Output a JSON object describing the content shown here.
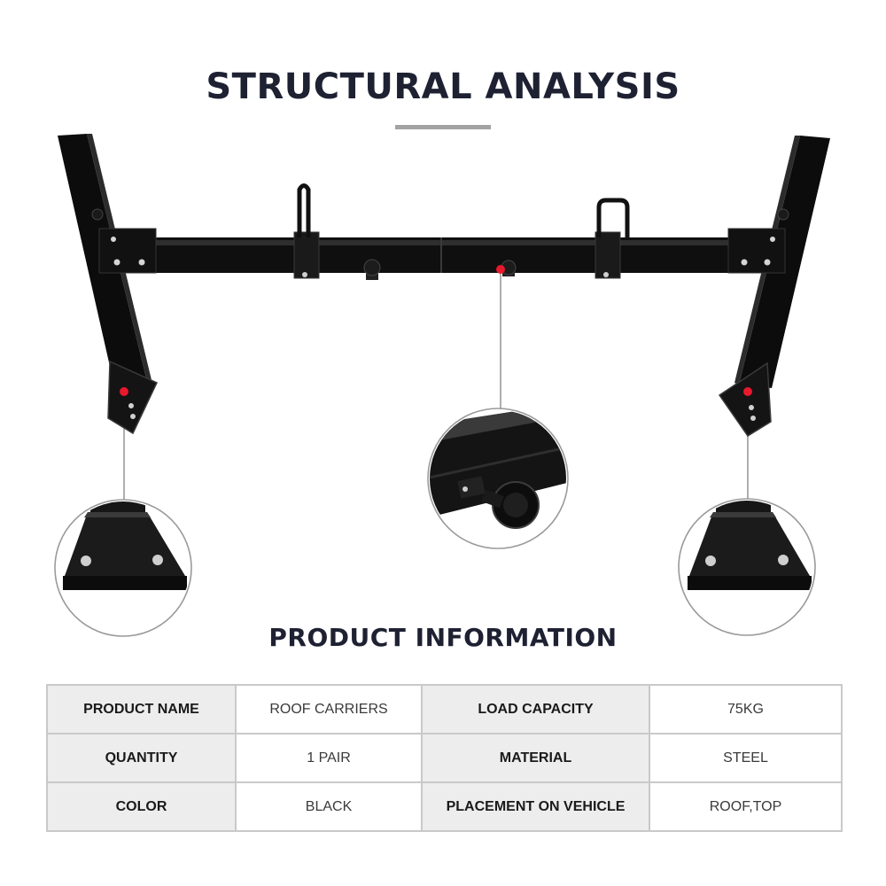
{
  "header": {
    "title": "STRUCTURAL ANALYSIS"
  },
  "product_info": {
    "title": "PRODUCT INFORMATION",
    "rows": [
      {
        "label1": "PRODUCT NAME",
        "value1": "ROOF CARRIERS",
        "label2": "LOAD CAPACITY",
        "value2": "75KG"
      },
      {
        "label1": "QUANTITY",
        "value1": "1 PAIR",
        "label2": "MATERIAL",
        "value2": "STEEL"
      },
      {
        "label1": "COLOR",
        "value1": "BLACK",
        "label2": "PLACEMENT ON VEHICLE",
        "value2": "ROOF,TOP"
      }
    ]
  },
  "colors": {
    "title_text": "#1e2132",
    "underline": "#a3a3a3",
    "frame_black": "#111111",
    "hotspot_red": "#e8182d",
    "table_label_bg": "#ededed",
    "table_border": "#c9c9c9"
  },
  "icons": {
    "rack": "roof-rack-illustration",
    "hotspot": "red-dot-marker",
    "detail_foot": "mounting-foot-detail",
    "detail_knob": "adjustment-knob-detail"
  }
}
